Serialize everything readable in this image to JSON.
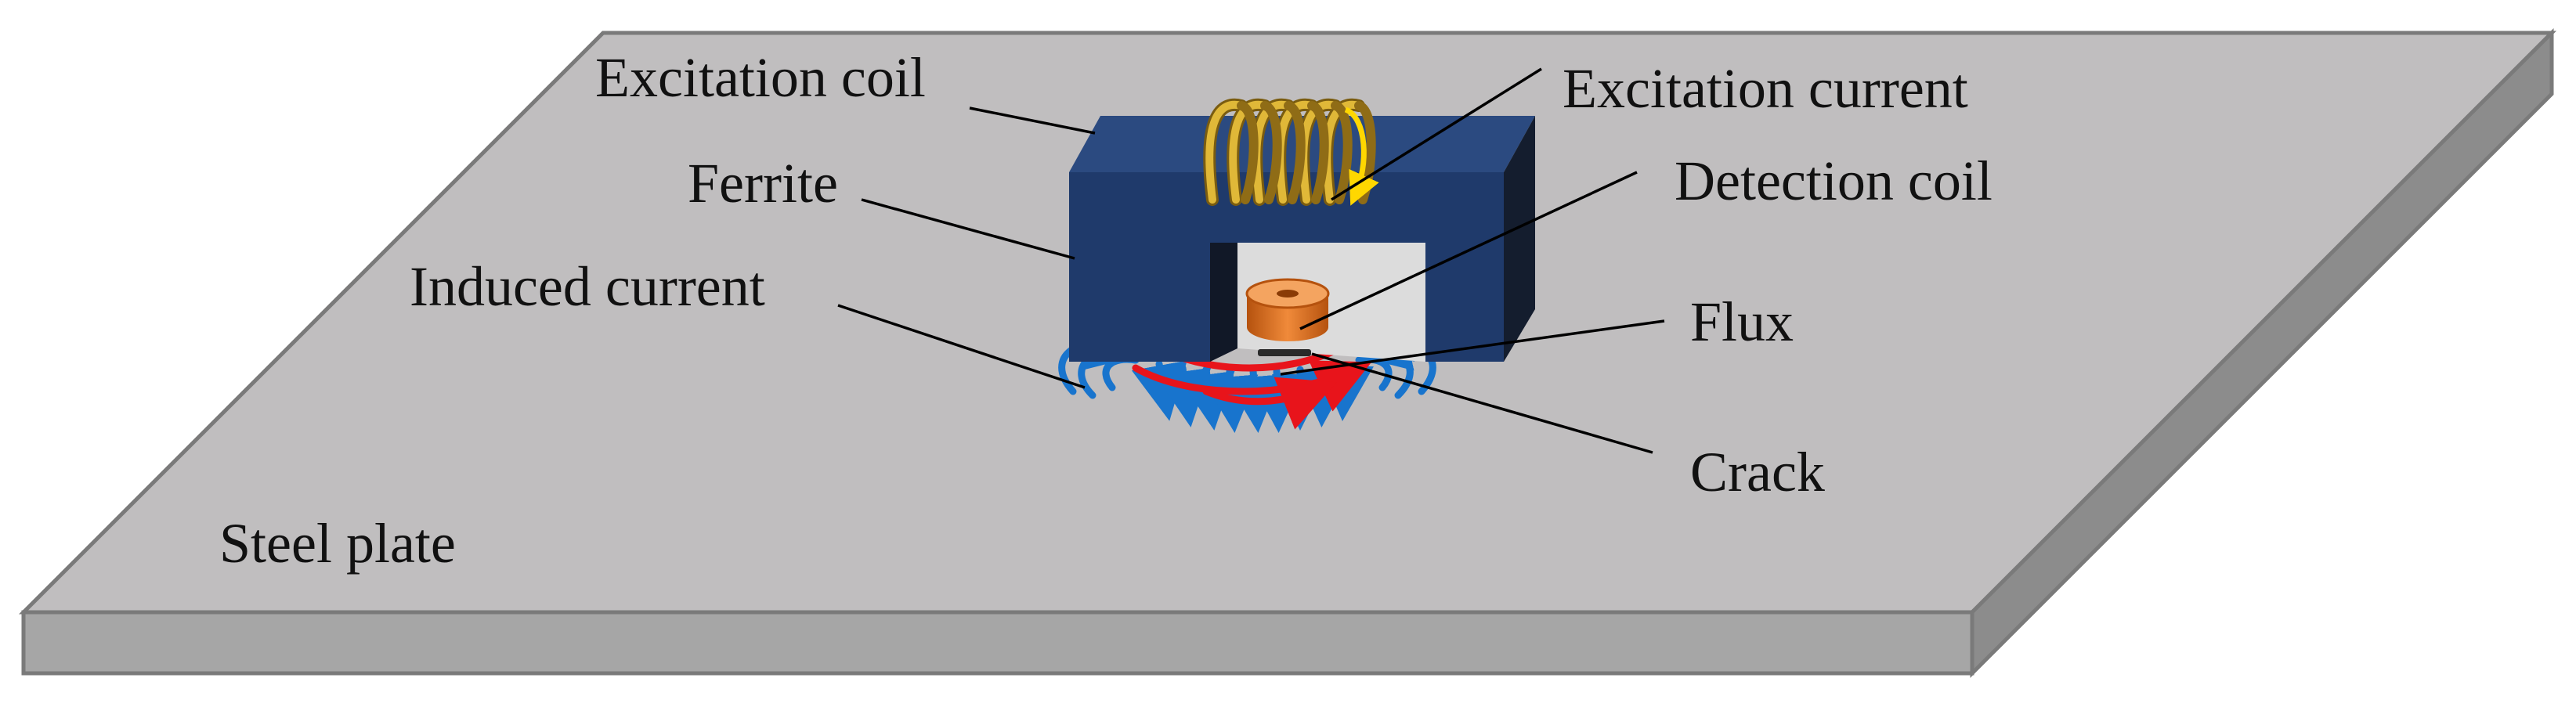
{
  "labels": {
    "excitation_coil": "Excitation coil",
    "ferrite": "Ferrite",
    "induced_current": "Induced current",
    "excitation_current": "Excitation current",
    "detection_coil": "Detection coil",
    "flux": "Flux",
    "crack": "Crack",
    "steel_plate": "Steel plate"
  },
  "colors": {
    "plate_top": "#c0bebf",
    "plate_front": "#a6a6a6",
    "plate_side": "#8c8c8c",
    "plate_edge": "#7a7a7a",
    "ferrite_front": "#1f3a6b",
    "ferrite_top": "#2b4a80",
    "ferrite_side": "#141d2e",
    "coil": "#c9a227",
    "coil_dark": "#7a5c10",
    "excitation_arrow": "#ffd700",
    "detection_coil": "#e8731e",
    "flux": "#e8141b",
    "induced_current": "#1874cd",
    "crack": "#2a2a2a"
  }
}
